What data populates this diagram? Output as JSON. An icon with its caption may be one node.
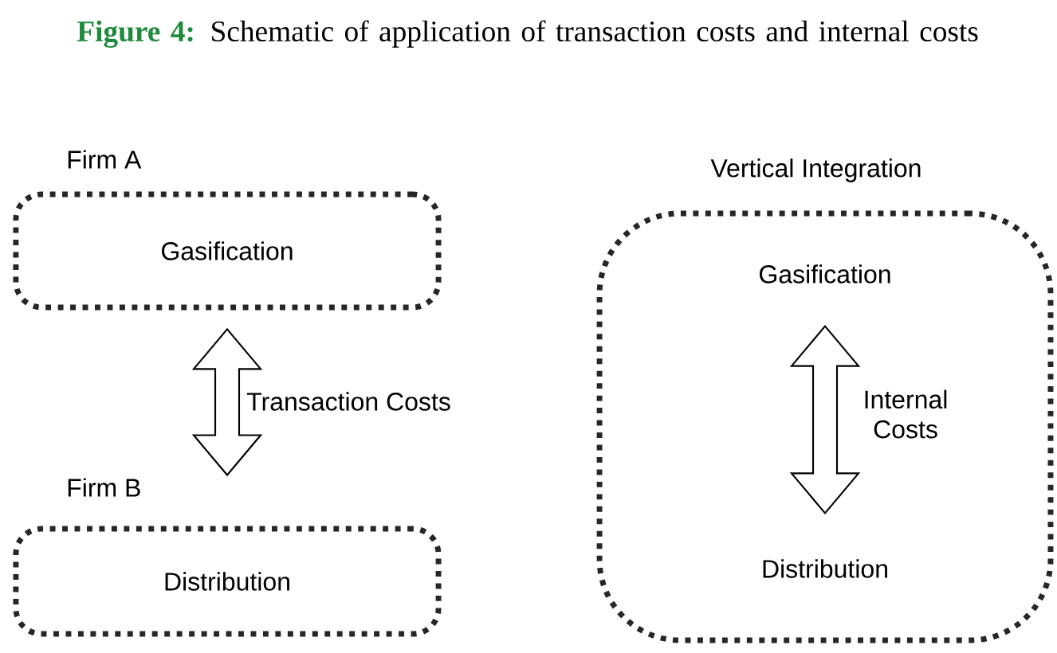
{
  "diagram": {
    "title": "Figure 4:",
    "caption": "Schematic of application of transaction costs and internal costs",
    "nodes": [
      {
        "text": [
          "Firm A",
          "Gasification"
        ]
      },
      {
        "text": [
          "Firm B",
          "Distribution"
        ]
      },
      {
        "text": [
          "Vertical Integration"
        ]
      },
      {
        "text": [
          "Gasification"
        ],
        "in": 2
      },
      {
        "text": [
          "Distribution"
        ],
        "in": 2
      }
    ],
    "edges": [
      {
        "from": 0,
        "to": 1,
        "arrow": "both",
        "label": "Transaction Costs"
      },
      {
        "from": 3,
        "to": 4,
        "arrow": "both",
        "label": "Internal Costs"
      }
    ]
  }
}
